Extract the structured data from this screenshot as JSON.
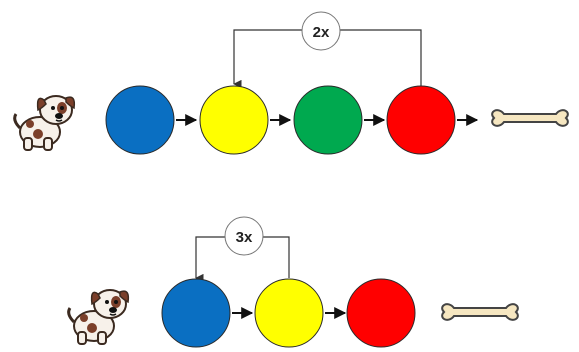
{
  "rows": [
    {
      "loop_label": "2x",
      "circles": [
        {
          "name": "blue-circle",
          "color": "#0a6fc2"
        },
        {
          "name": "yellow-circle",
          "color": "#ffff00"
        },
        {
          "name": "green-circle",
          "color": "#00a94f"
        },
        {
          "name": "red-circle",
          "color": "#ff0000"
        }
      ],
      "start_icon": "dog-icon",
      "end_icon": "bone-icon"
    },
    {
      "loop_label": "3x",
      "circles": [
        {
          "name": "blue-circle",
          "color": "#0a6fc2"
        },
        {
          "name": "yellow-circle",
          "color": "#ffff00"
        },
        {
          "name": "red-circle",
          "color": "#ff0000"
        }
      ],
      "start_icon": "dog-icon",
      "end_icon": "bone-icon"
    }
  ],
  "colors": {
    "line": "#333333",
    "bone_fill": "#f6e7c1",
    "bone_stroke": "#444444",
    "dog_fill": "#f7f1ea",
    "dog_spots": "#7b3f2a"
  }
}
